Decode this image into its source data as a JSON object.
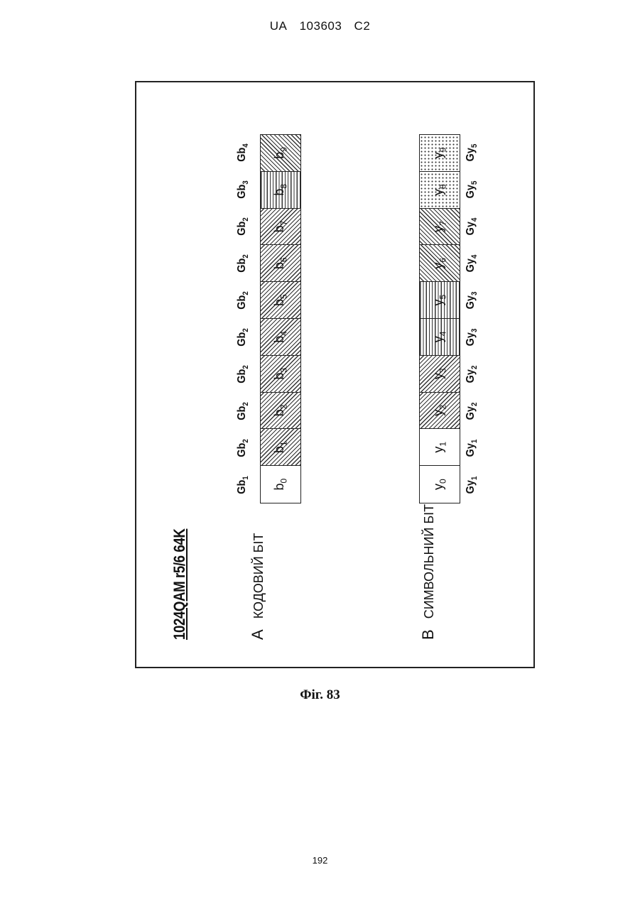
{
  "header": {
    "country": "UA",
    "number": "103603",
    "kind": "C2"
  },
  "figure": {
    "title": "1024QAM r5/6 64K",
    "row_a": {
      "letter": "A",
      "label": "КОДОВИЙ БІТ",
      "cells": [
        {
          "base": "b",
          "sub": "0",
          "pattern": "white"
        },
        {
          "base": "b",
          "sub": "1",
          "pattern": "diag"
        },
        {
          "base": "b",
          "sub": "2",
          "pattern": "diag"
        },
        {
          "base": "b",
          "sub": "3",
          "pattern": "diag"
        },
        {
          "base": "b",
          "sub": "4",
          "pattern": "diag"
        },
        {
          "base": "b",
          "sub": "5",
          "pattern": "diag"
        },
        {
          "base": "b",
          "sub": "6",
          "pattern": "diag"
        },
        {
          "base": "b",
          "sub": "7",
          "pattern": "diag"
        },
        {
          "base": "b",
          "sub": "8",
          "pattern": "vert"
        },
        {
          "base": "b",
          "sub": "9",
          "pattern": "diag2"
        }
      ],
      "groups": [
        {
          "base": "Gb",
          "sub": "1"
        },
        {
          "base": "Gb",
          "sub": "2"
        },
        {
          "base": "Gb",
          "sub": "2"
        },
        {
          "base": "Gb",
          "sub": "2"
        },
        {
          "base": "Gb",
          "sub": "2"
        },
        {
          "base": "Gb",
          "sub": "2"
        },
        {
          "base": "Gb",
          "sub": "2"
        },
        {
          "base": "Gb",
          "sub": "2"
        },
        {
          "base": "Gb",
          "sub": "3"
        },
        {
          "base": "Gb",
          "sub": "4"
        }
      ]
    },
    "row_b": {
      "letter": "B",
      "label": "СИМВОЛЬНИЙ БІТ",
      "cells": [
        {
          "base": "y",
          "sub": "0",
          "pattern": "white"
        },
        {
          "base": "y",
          "sub": "1",
          "pattern": "white"
        },
        {
          "base": "y",
          "sub": "2",
          "pattern": "diag"
        },
        {
          "base": "y",
          "sub": "3",
          "pattern": "diag"
        },
        {
          "base": "y",
          "sub": "4",
          "pattern": "vert"
        },
        {
          "base": "y",
          "sub": "5",
          "pattern": "vert"
        },
        {
          "base": "y",
          "sub": "6",
          "pattern": "diag2"
        },
        {
          "base": "y",
          "sub": "7",
          "pattern": "diag2"
        },
        {
          "base": "y",
          "sub": "8",
          "pattern": "dots"
        },
        {
          "base": "y",
          "sub": "9",
          "pattern": "dots"
        }
      ],
      "groups": [
        {
          "base": "Gy",
          "sub": "1"
        },
        {
          "base": "Gy",
          "sub": "1"
        },
        {
          "base": "Gy",
          "sub": "2"
        },
        {
          "base": "Gy",
          "sub": "2"
        },
        {
          "base": "Gy",
          "sub": "3"
        },
        {
          "base": "Gy",
          "sub": "3"
        },
        {
          "base": "Gy",
          "sub": "4"
        },
        {
          "base": "Gy",
          "sub": "4"
        },
        {
          "base": "Gy",
          "sub": "5"
        },
        {
          "base": "Gy",
          "sub": "5"
        }
      ]
    },
    "caption": "Фіг. 83"
  },
  "page_number": "192"
}
